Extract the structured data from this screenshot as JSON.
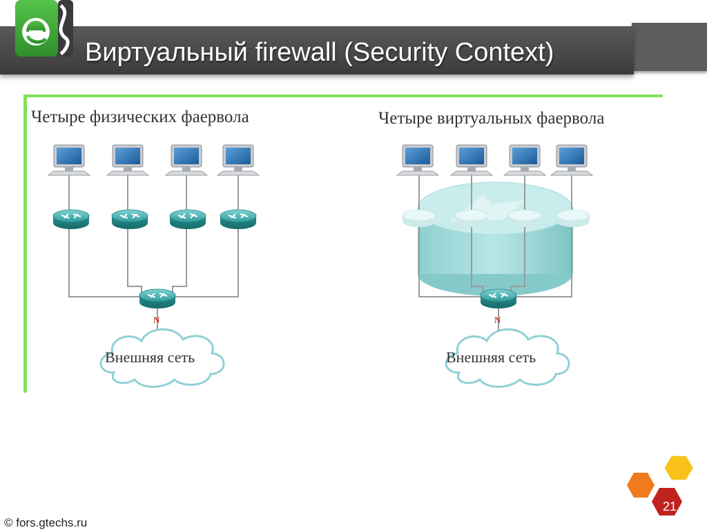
{
  "slide": {
    "title": "Виртуальный firewall (Security Context)",
    "page_number": "21",
    "footer": "© fors.gtechs.ru"
  },
  "diagram": {
    "left": {
      "caption": "Четыре физических фаервола",
      "firewall_count": 4,
      "cloud_label": "Внешняя сеть",
      "link_label": "N"
    },
    "right": {
      "caption": "Четыре виртуальных фаервола",
      "firewall_count": 4,
      "cloud_label": "Внешняя сеть",
      "link_label": "N"
    }
  },
  "colors": {
    "title_bar": "#4a4a4a",
    "frame_green": "#7fe35c",
    "router_teal": "#2e9a9a",
    "hex_orange": "#f07a1c",
    "hex_yellow": "#f8c21b",
    "hex_red": "#c0221e"
  }
}
